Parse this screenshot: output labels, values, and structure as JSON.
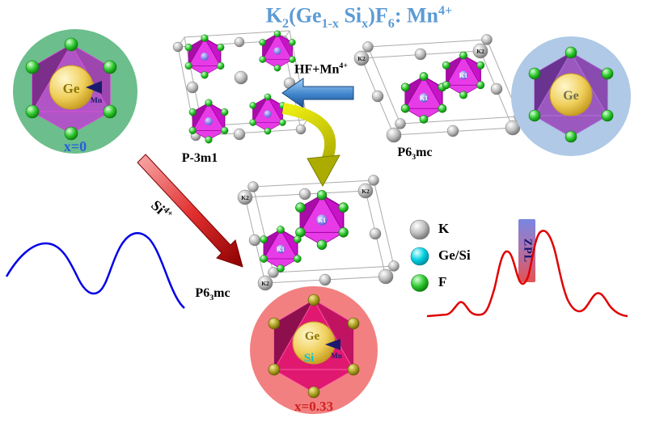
{
  "title": {
    "p1": "K",
    "s1": "2",
    "p2": "(Ge",
    "s2": "1-x",
    "p3": " Si",
    "s3": "x",
    "p4": ")F",
    "s4": "6",
    "p5": ": Mn",
    "sup1": "4+"
  },
  "labels": {
    "p3m1": "P-3m1",
    "p63mc": {
      "p": "P6",
      "s": "3",
      "m": "mc"
    },
    "hf": {
      "p": "HF+Mn",
      "sup": "4+"
    },
    "si": {
      "p": "Si",
      "sup": "4+"
    },
    "x0": "x=0",
    "x033": "x=0.33",
    "zpl": "ZPL"
  },
  "legend": {
    "k": "K",
    "gesi": "Ge/Si",
    "f": "F"
  },
  "atoms": {
    "ge": "Ge",
    "si": "Si",
    "mn": "Mn",
    "k1": "K1",
    "k2": "K2"
  },
  "colors": {
    "title": "#5B9BD5",
    "inset_green": "#6CBE8C",
    "inset_blue": "#AFC9E6",
    "inset_pink": "#F28080",
    "octahedron": "#C913C9",
    "curve_blue": "#0000E8",
    "curve_red": "#E00000",
    "x0_label": "#2860D8",
    "x033_label": "#D02020",
    "hf_arrow": "#2E75B6",
    "si_arrow": "#C00000",
    "transform_arrow": "#C8C800"
  }
}
